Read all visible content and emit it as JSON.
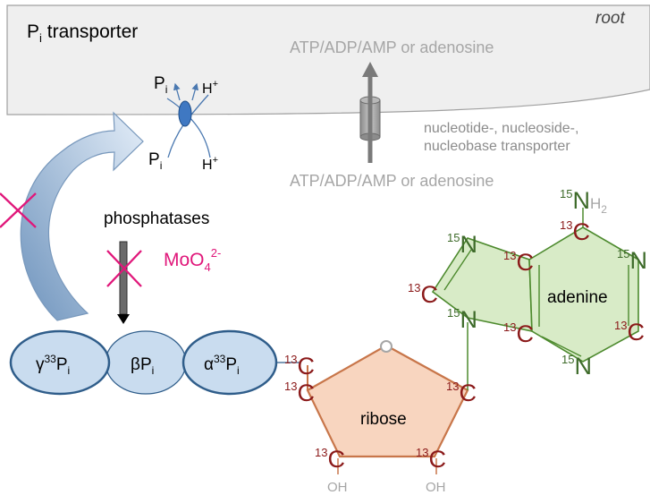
{
  "root_box": {
    "title_main": "P",
    "title_sub": "i",
    "title_rest": " transporter",
    "corner_label": "root"
  },
  "transport": {
    "top_label": "ATP/ADP/AMP or adenosine",
    "bottom_label": "ATP/ADP/AMP or adenosine",
    "transporter_line1": "nucleotide-, nucleoside-,",
    "transporter_line2": "nucleobase transporter"
  },
  "symporter": {
    "pi": "P",
    "pi_sub": "i",
    "h": "H",
    "h_sup": "+"
  },
  "enzymes": {
    "label": "phosphatases",
    "inhibitor": "MoO",
    "inhibitor_sub": "4",
    "inhibitor_sup": "2-"
  },
  "phosphates": [
    {
      "greek": "γ",
      "sup": "33",
      "base": "P",
      "sub": "i"
    },
    {
      "greek": "β",
      "sup": "",
      "base": "P",
      "sub": "i"
    },
    {
      "greek": "α",
      "sup": "33",
      "base": "P",
      "sub": "i"
    }
  ],
  "molecules": {
    "ribose": "ribose",
    "adenine": "adenine",
    "carbon": "C",
    "carbon_iso": "13",
    "nitrogen": "N",
    "nitrogen_iso": "15",
    "amine_h": "H",
    "amine_h_sub": "2",
    "oxygen": "O",
    "hydroxyl": "OH"
  },
  "colors": {
    "root_fill": "#efefef",
    "gray_text": "#a6a6a6",
    "magenta": "#e0177a",
    "carbon": "#8b1a1a",
    "nitrogen": "#3e6b2a",
    "ribose_fill": "#f8d5bf",
    "adenine_fill": "#d8ebc7",
    "phosphate_fill": "#c9dcef",
    "phosphate_stroke": "#2f5d8a"
  }
}
